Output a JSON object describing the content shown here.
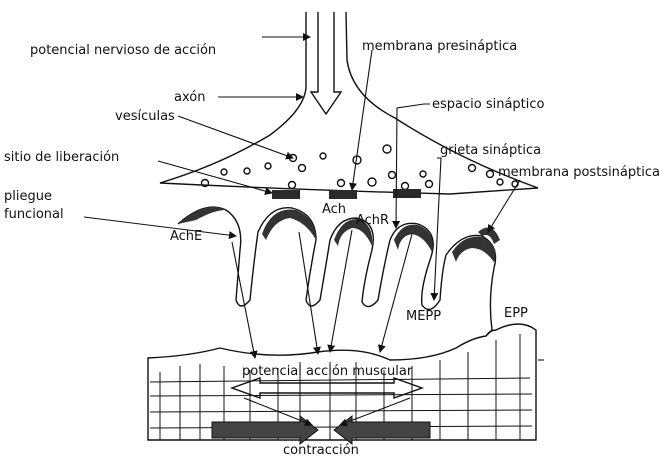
{
  "labels": {
    "action_potential": "potencial nervioso de acción",
    "axon": "axón",
    "vesicles": "vesículas",
    "release_site": "sitio de liberación",
    "functional_fold": "pliegue\nfuncional",
    "functional_fold_l1": "pliegue",
    "functional_fold_l2": "funcional",
    "presynaptic_membrane": "membrana presináptica",
    "synaptic_space": "espacio sináptico",
    "synaptic_cleft": "grieta sináptica",
    "postsynaptic_membrane": "membrana postsináptica",
    "ach": "Ach",
    "achr": "AchR",
    "ache": "AchE",
    "mepp": "MEPP",
    "epp": "EPP",
    "muscle_action_potential": "potencial acción muscular",
    "contraction": "contracción"
  },
  "colors": {
    "ink": "#111111",
    "background": "#ffffff",
    "receptor_band": "#333333",
    "release_site": "#2a2a2a",
    "contraction_arrow": "#444444"
  }
}
